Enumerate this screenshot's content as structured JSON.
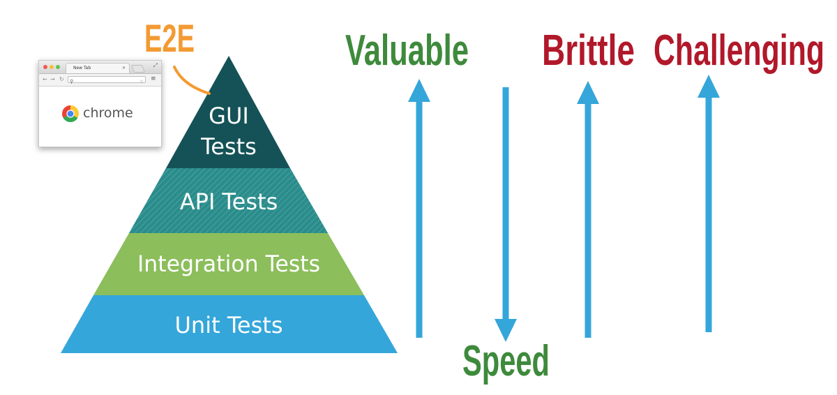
{
  "e2e_label": "E2E",
  "pyramid": {
    "layers": [
      {
        "line1": "GUI",
        "line2": "Tests",
        "color": "#155257"
      },
      {
        "label": "API Tests",
        "color": "#2a8c8b"
      },
      {
        "label": "Integration Tests",
        "color": "#8cbe5c"
      },
      {
        "label": "Unit Tests",
        "color": "#35a6da"
      }
    ]
  },
  "qualities": {
    "valuable": {
      "label": "Valuable",
      "color": "#3e8a3c"
    },
    "speed": {
      "label": "Speed",
      "color": "#3e8a3c"
    },
    "brittle": {
      "label": "Brittle",
      "color": "#b1182a"
    },
    "challenging": {
      "label": "Challenging",
      "color": "#b1182a"
    }
  },
  "arrow_color": "#35a6da",
  "callout_color": "#f39a33",
  "browser": {
    "tab_title": "New Tab",
    "logo_text": "chrome",
    "icons": [
      "back-arrow-icon",
      "forward-arrow-icon",
      "reload-icon",
      "search-icon",
      "star-icon",
      "menu-icon",
      "chrome-logo-icon"
    ]
  }
}
